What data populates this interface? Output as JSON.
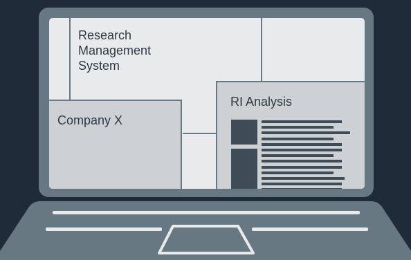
{
  "illustration": {
    "panels": {
      "research_system": {
        "lines": [
          "Research",
          "Management",
          "System"
        ]
      },
      "company": {
        "label": "Company X"
      },
      "ri_analysis": {
        "label": "RI Analysis",
        "document_lines": 13
      }
    },
    "colors": {
      "background": "#1f2b38",
      "device_frame": "#687882",
      "screen": "#e8eaec",
      "panel_fill": "#cdd1d4",
      "ink": "#3e4c58",
      "label_text": "#2f3a44"
    },
    "icons": [
      "laptop-icon",
      "trackpad-icon",
      "document-icon"
    ]
  }
}
